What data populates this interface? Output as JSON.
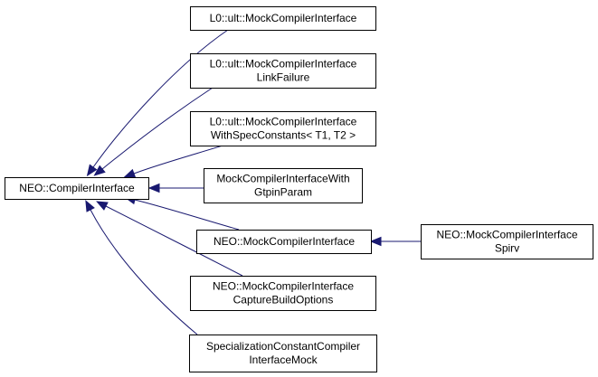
{
  "diagram": {
    "type": "class-inheritance-graph",
    "colors": {
      "edge": "#191970",
      "node_border": "#000000",
      "node_fill": "#ffffff",
      "text": "#000000"
    },
    "nodes": [
      {
        "id": "base",
        "lines": [
          "NEO::CompilerInterface"
        ]
      },
      {
        "id": "l0_mock",
        "lines": [
          "L0::ult::MockCompilerInterface"
        ]
      },
      {
        "id": "l0_mock_linkfailure",
        "lines": [
          "L0::ult::MockCompilerInterface",
          "LinkFailure"
        ]
      },
      {
        "id": "l0_mock_specconst",
        "lines": [
          "L0::ult::MockCompilerInterface",
          "WithSpecConstants< T1, T2 >"
        ]
      },
      {
        "id": "mock_gtpin",
        "lines": [
          "MockCompilerInterfaceWith",
          "GtpinParam"
        ]
      },
      {
        "id": "neo_mock",
        "lines": [
          "NEO::MockCompilerInterface"
        ]
      },
      {
        "id": "neo_mock_capture",
        "lines": [
          "NEO::MockCompilerInterface",
          "CaptureBuildOptions"
        ]
      },
      {
        "id": "specconst_mock",
        "lines": [
          "SpecializationConstantCompiler",
          "InterfaceMock"
        ]
      },
      {
        "id": "neo_mock_spirv",
        "lines": [
          "NEO::MockCompilerInterface",
          "Spirv"
        ]
      }
    ],
    "edges": [
      {
        "from": "l0_mock",
        "to": "base"
      },
      {
        "from": "l0_mock_linkfailure",
        "to": "base"
      },
      {
        "from": "l0_mock_specconst",
        "to": "base"
      },
      {
        "from": "mock_gtpin",
        "to": "base"
      },
      {
        "from": "neo_mock",
        "to": "base"
      },
      {
        "from": "neo_mock_capture",
        "to": "base"
      },
      {
        "from": "specconst_mock",
        "to": "base"
      },
      {
        "from": "neo_mock_spirv",
        "to": "neo_mock"
      }
    ]
  }
}
